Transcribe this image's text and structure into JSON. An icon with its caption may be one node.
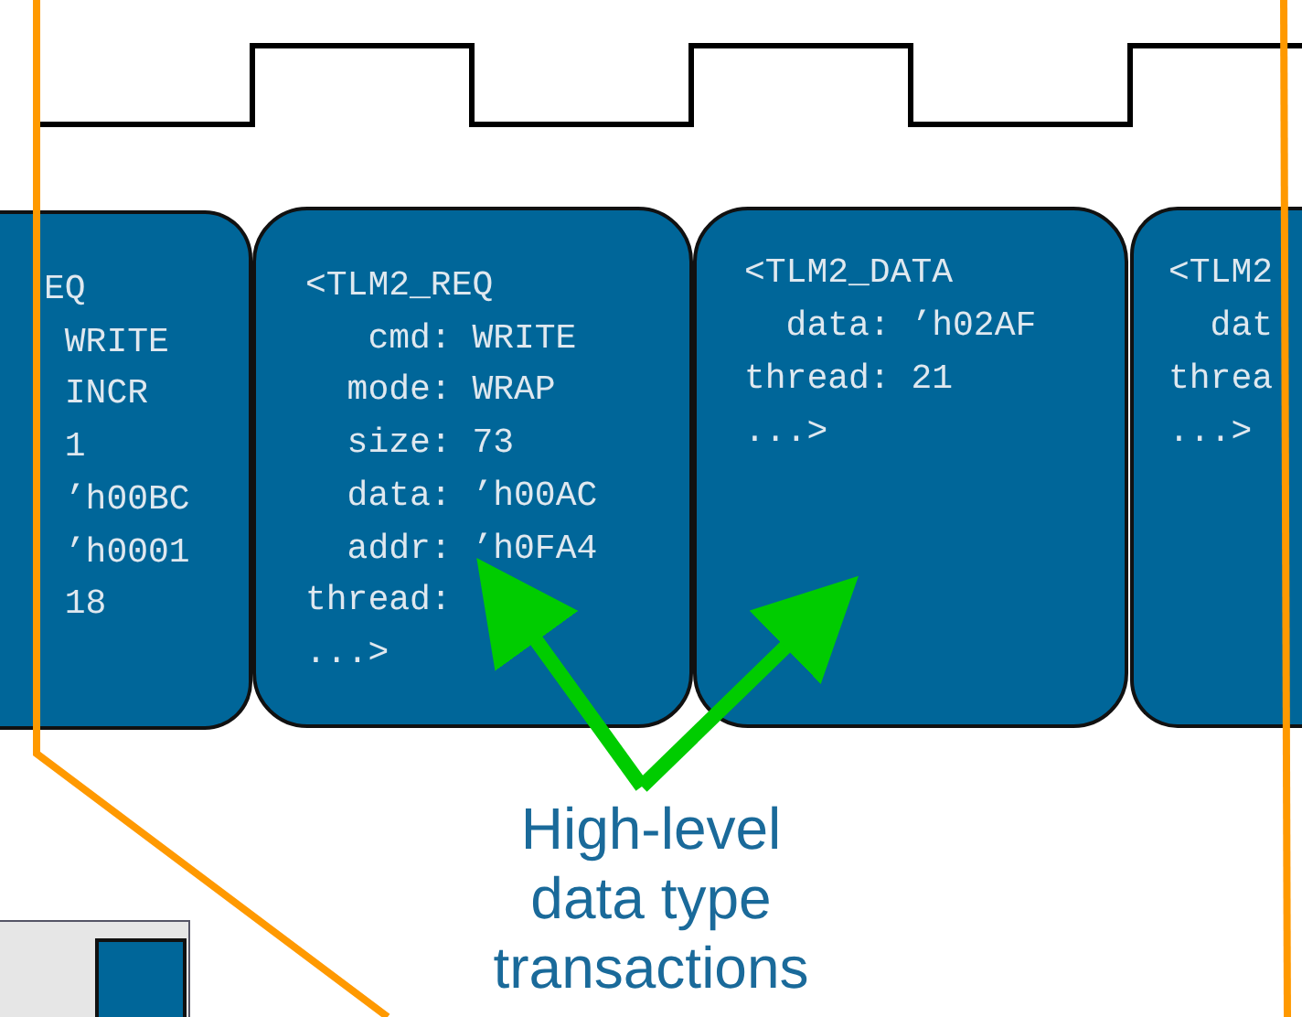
{
  "diagram": {
    "nodes": [
      {
        "text": [
          "EQ",
          "WRITE",
          "INCR",
          "1",
          "’h00BC",
          "’h0001",
          "18"
        ]
      },
      {
        "text": [
          "<TLM2_REQ",
          "cmd: WRITE",
          "mode: WRAP",
          "size: 73",
          "data: ’h00AC",
          "addr: ’h0FA4",
          "thread:",
          "...>"
        ]
      },
      {
        "text": [
          "<TLM2_DATA",
          "data: ’h02AF",
          "thread: 21",
          "...>"
        ]
      },
      {
        "text": [
          "<TLM2",
          "dat",
          "threa",
          "...>"
        ]
      },
      {
        "text": [
          "High-level data type transactions"
        ]
      },
      {
        "text": [],
        "shape": "box"
      },
      {
        "text": [],
        "shape": "box",
        "in": 5
      }
    ],
    "edges": [
      {
        "from": 4,
        "to": 1,
        "arrow": "to"
      },
      {
        "from": 4,
        "to": 2,
        "arrow": "to"
      }
    ]
  }
}
